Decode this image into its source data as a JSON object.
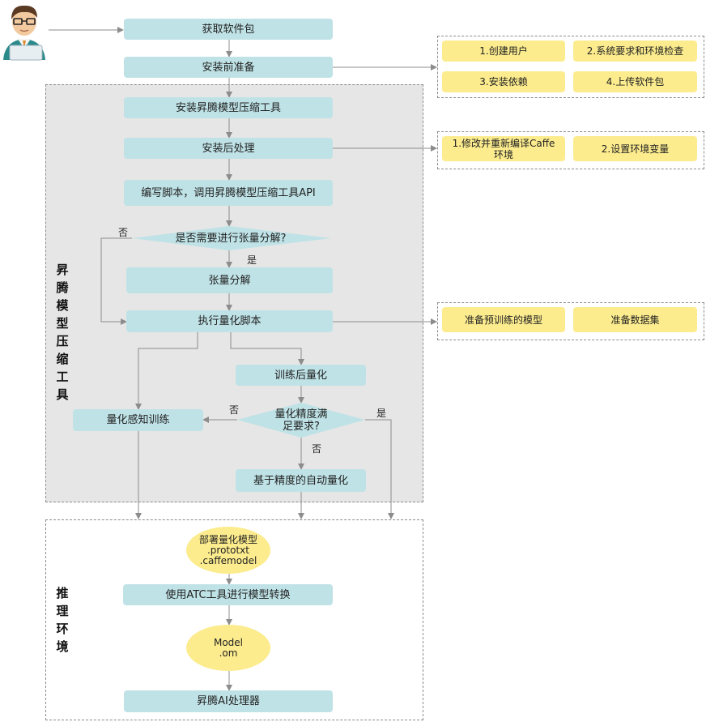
{
  "zones": {
    "compress_tool": "昇腾模型压缩工具",
    "inference_env": "推理环境"
  },
  "steps": {
    "get_package": "获取软件包",
    "pre_install": "安装前准备",
    "install_tool": "安装昇腾模型压缩工具",
    "post_install": "安装后处理",
    "write_script": "编写脚本，调用昇腾模型压缩工具API",
    "tensor_decomp": "张量分解",
    "exec_quant": "执行量化脚本",
    "ptq": "训练后量化",
    "qat": "量化感知训练",
    "auto_quant": "基于精度的自动量化",
    "atc_convert": "使用ATC工具进行模型转换",
    "ascend_ai": "昇腾AI处理器"
  },
  "decisions": {
    "need_decomp": "是否需要进行张量分解?",
    "accuracy_line1": "量化精度满",
    "accuracy_line2": "足要求?"
  },
  "edge_labels": {
    "no_decomp": "否",
    "yes_decomp": "是",
    "no_acc_left": "否",
    "yes_acc_right": "是",
    "no_acc_down": "否"
  },
  "notes": {
    "create_user": "1.创建用户",
    "sys_check": "2.系统要求和环境检查",
    "install_deps": "3.安装依赖",
    "upload_pkg": "4.上传软件包",
    "caffe_line1": "1.修改并重新编译Caffe",
    "caffe_line2": "环境",
    "env_vars": "2.设置环境变量",
    "prep_model": "准备预训练的模型",
    "prep_dataset": "准备数据集"
  },
  "ovals": {
    "deploy_line1": "部署量化模型",
    "deploy_line2": ".prototxt",
    "deploy_line3": ".caffemodel",
    "om_line1": "Model",
    "om_line2": ".om"
  },
  "colors": {
    "step_fill": "#bfe2e6",
    "note_fill": "#fcec8e",
    "zone_fill": "#e6e6e6",
    "arrow": "#8c8c8c"
  }
}
